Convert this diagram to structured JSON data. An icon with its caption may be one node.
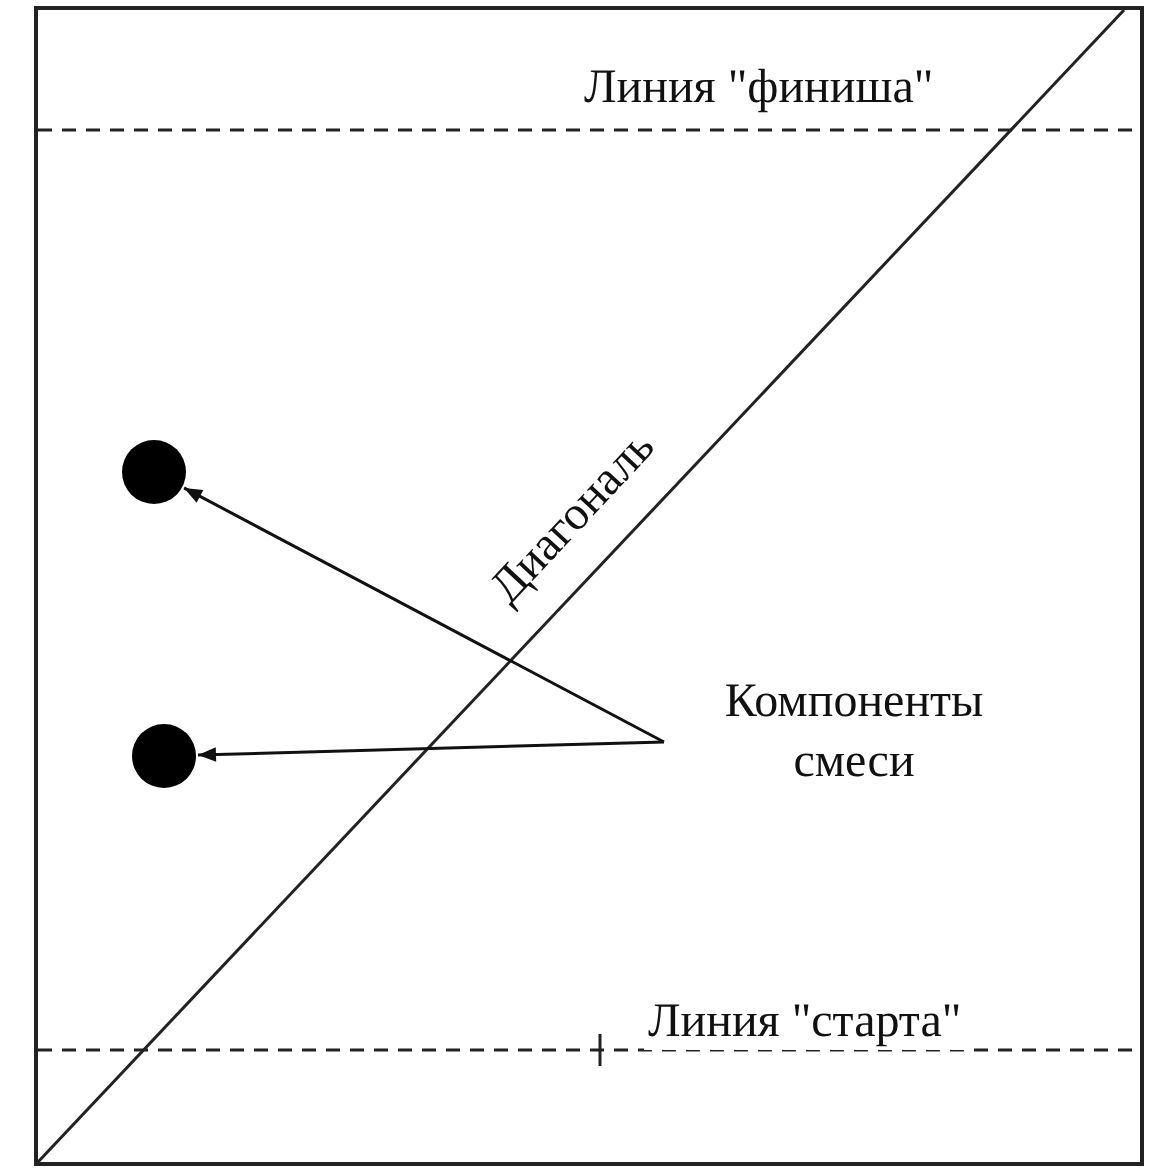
{
  "diagram": {
    "nodes": [
      {
        "text": [],
        "shape": "circle"
      },
      {
        "text": [],
        "shape": "circle"
      },
      {
        "text": [
          "Компоненты смеси"
        ]
      }
    ],
    "edges": [
      {
        "from": 2,
        "to": 0,
        "arrow": "to"
      },
      {
        "from": 2,
        "to": 1,
        "arrow": "to"
      }
    ],
    "labels": [
      "Линия \"финиша\"",
      "Диагональ",
      "Линия \"старта\""
    ]
  }
}
